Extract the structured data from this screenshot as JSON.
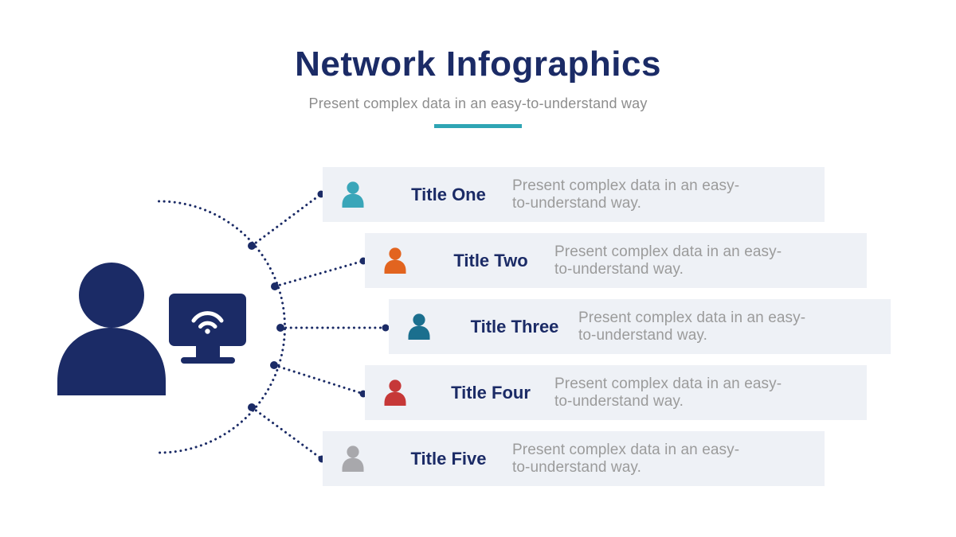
{
  "header": {
    "title": "Network Infographics",
    "subtitle": "Present complex data in an easy-to-understand way"
  },
  "colors": {
    "navy": "#1b2b66",
    "accent_teal": "#2fa5b4",
    "row_background": "#eef1f6",
    "subtitle_gray": "#8d8d8d",
    "description_gray": "#9b9b9b"
  },
  "graphic": {
    "icons": [
      "user-silhouette-icon",
      "monitor-icon",
      "wifi-icon"
    ],
    "color": "#1b2b66"
  },
  "rows": [
    {
      "title": "Title One",
      "desc_line1": "Present complex data in an easy-",
      "desc_line2": "to-understand way.",
      "icon": "person-icon",
      "icon_color": "#3aa6b9"
    },
    {
      "title": "Title Two",
      "desc_line1": "Present complex data in an easy-",
      "desc_line2": "to-understand way.",
      "icon": "person-icon",
      "icon_color": "#e2641f"
    },
    {
      "title": "Title Three",
      "desc_line1": "Present complex data in an easy-",
      "desc_line2": "to-understand way.",
      "icon": "person-icon",
      "icon_color": "#1b6f8e"
    },
    {
      "title": "Title Four",
      "desc_line1": "Present complex data in an easy-",
      "desc_line2": "to-understand way.",
      "icon": "person-icon",
      "icon_color": "#c63838"
    },
    {
      "title": "Title Five",
      "desc_line1": "Present complex data in an easy-",
      "desc_line2": "to-understand way.",
      "icon": "person-icon",
      "icon_color": "#a8a8ac"
    }
  ]
}
